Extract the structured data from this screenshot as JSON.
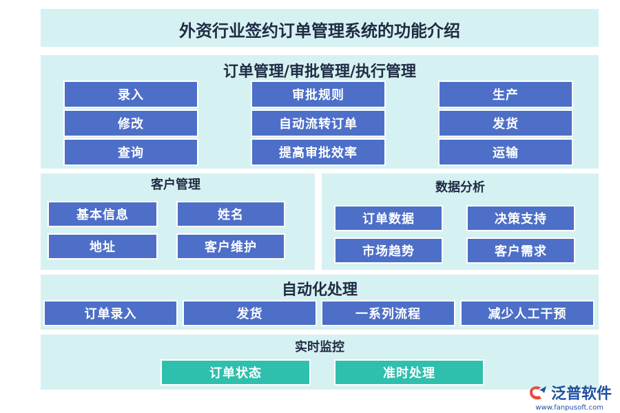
{
  "title": "外资行业签约订单管理系统的功能介绍",
  "order_section": {
    "title": "订单管理/审批管理/执行管理",
    "col1": [
      "录入",
      "修改",
      "查询"
    ],
    "col2": [
      "审批规则",
      "自动流转订单",
      "提高审批效率"
    ],
    "col3": [
      "生产",
      "发货",
      "运输"
    ]
  },
  "customer_section": {
    "title": "客户管理",
    "items": [
      "基本信息",
      "姓名",
      "地址",
      "客户维护"
    ]
  },
  "data_section": {
    "title": "数据分析",
    "items": [
      "订单数据",
      "决策支持",
      "市场趋势",
      "客户需求"
    ]
  },
  "automation_section": {
    "title": "自动化处理",
    "items": [
      "订单录入",
      "发货",
      "一系列流程",
      "减少人工干预"
    ]
  },
  "monitor_section": {
    "title": "实时监控",
    "items": [
      "订单状态",
      "准时处理"
    ]
  },
  "logo": {
    "name": "泛普软件",
    "url": "www.fanpusoft.com"
  },
  "colors": {
    "panel_bg": "#d6f1f1",
    "box_blue": "#4d6fc8",
    "box_teal": "#2fbfad"
  }
}
